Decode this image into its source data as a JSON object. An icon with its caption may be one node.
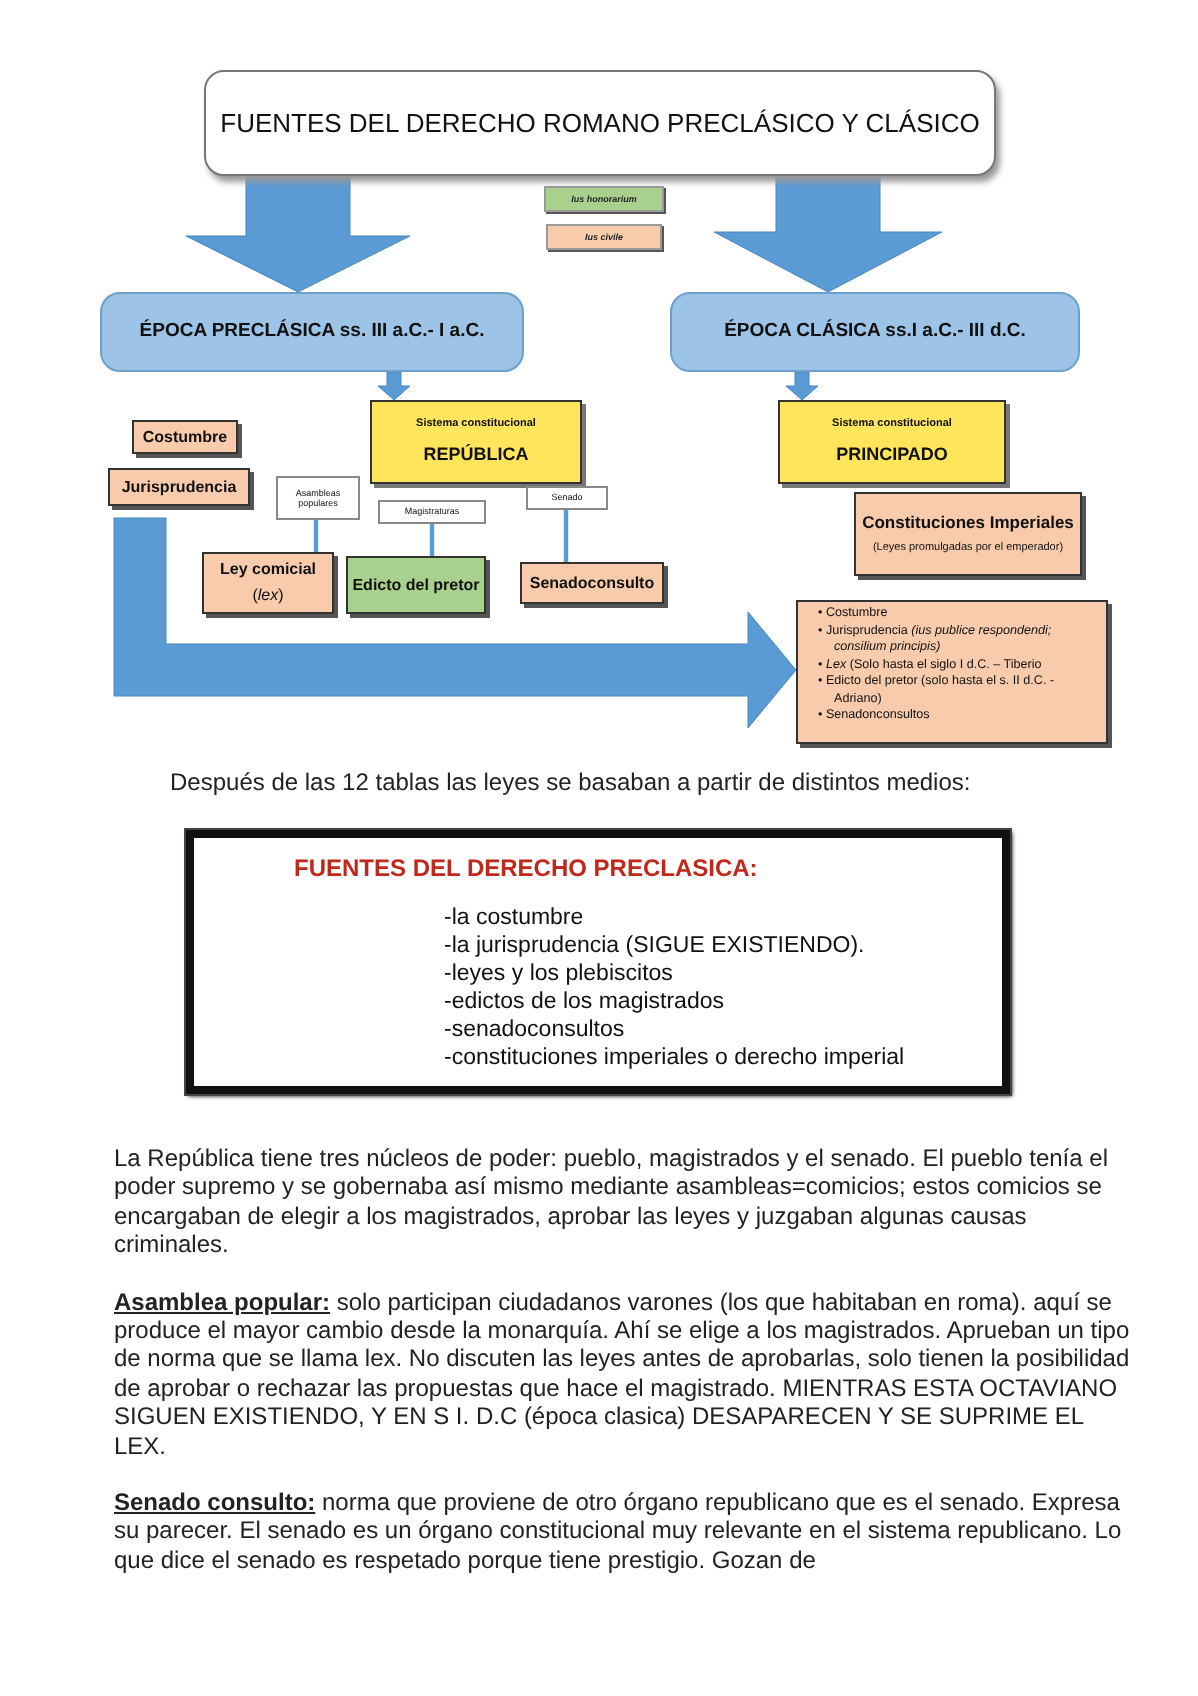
{
  "diagram": {
    "nodes": [
      {
        "text": [
          "FUENTES DEL DERECHO ROMANO PRECLÁSICO Y CLÁSICO"
        ]
      },
      {
        "text": [
          "ÉPOCA PRECLÁSICA ss. III a.C.- I a.C."
        ]
      },
      {
        "text": [
          "ÉPOCA CLÁSICA ss.I a.C.- III d.C."
        ]
      },
      {
        "text": [
          "Sistema constitucional",
          "REPÚBLICA"
        ]
      },
      {
        "text": [
          "Sistema constitucional",
          "PRINCIPADO"
        ]
      },
      {
        "text": [
          "Costumbre"
        ]
      },
      {
        "text": [
          "Jurisprudencia"
        ]
      },
      {
        "text": [
          "Asambleas populares"
        ]
      },
      {
        "text": [
          "Magistraturas"
        ]
      },
      {
        "text": [
          "Senado"
        ]
      },
      {
        "text": [
          "Ley comicial",
          "(*lex*)"
        ]
      },
      {
        "text": [
          "Edicto del pretor"
        ]
      },
      {
        "text": [
          "Senadoconsulto"
        ]
      },
      {
        "text": [
          "Constituciones Imperiales",
          "(Leyes promulgadas por el emperador)"
        ]
      },
      {
        "text": [
          "• Costumbre",
          "• Jurisprudencia *(ius publice respondendi; consilium principis)*",
          "• *Lex* (Solo hasta el siglo I d.C. – Tiberio",
          "• Edicto del pretor (solo hasta el s. II d.C. - Adriano)",
          "• Senadonconsultos"
        ]
      },
      {
        "text": [
          "FUENTES DEL DERECHO PRECLASICA:",
          "-la costumbre",
          "-la jurisprudencia (SIGUE EXISTIENDO).",
          "-leyes y los plebiscitos",
          "-edictos de los magistrados",
          "-senadoconsultos",
          "-constituciones imperiales o derecho imperial"
        ]
      }
    ],
    "edges": [
      {
        "from": 0,
        "to": 1,
        "arrow": "to",
        "style": "thick"
      },
      {
        "from": 0,
        "to": 2,
        "arrow": "to",
        "style": "thick"
      },
      {
        "from": 1,
        "to": 3,
        "arrow": "to",
        "style": "thick"
      },
      {
        "from": 2,
        "to": 4,
        "arrow": "to",
        "style": "thick"
      },
      {
        "from": 7,
        "to": 10,
        "arrow": "none"
      },
      {
        "from": 8,
        "to": 11,
        "arrow": "none"
      },
      {
        "from": 9,
        "to": 12,
        "arrow": "none"
      },
      {
        "from": null,
        "to": 14,
        "arrow": "to",
        "style": "thick"
      }
    ],
    "labels": [
      "Después de las 12 tablas las leyes se basaban a partir de distintos medios:",
      "La República tiene tres núcleos de poder: pueblo, magistrados y el senado. El pueblo tenía el poder supremo y se gobernaba así mismo mediante asambleas=comicios; estos comicios se encargaban de elegir a los magistrados, aprobar las leyes y juzgaban algunas causas criminales.",
      "**Asamblea popular:** solo participan ciudadanos varones (los que habitaban en roma). aquí se produce el mayor cambio desde la monarquía. Ahí se elige a los magistrados. Aprueban un tipo de norma que se llama lex. No discuten las leyes antes de aprobarlas, solo tienen la posibilidad de aprobar o rechazar las propuestas que hace el magistrado. MIENTRAS ESTA OCTAVIANO SIGUEN EXISTIENDO, Y EN S I. D.C (época clasica) DESAPARECEN Y SE SUPRIME EL LEX.",
      "**Senado consulto:** norma que proviene de otro órgano republicano que es el senado. Expresa su parecer. El senado es un órgano constitucional muy relevante en el sistema republicano. Lo que dice el senado es respetado porque tiene prestigio. Gozan de"
    ],
    "legend": [
      {
        "text": "Ius honorarium",
        "color": "#a9d18e"
      },
      {
        "text": "Ius civile",
        "color": "#f8cbad"
      }
    ]
  }
}
